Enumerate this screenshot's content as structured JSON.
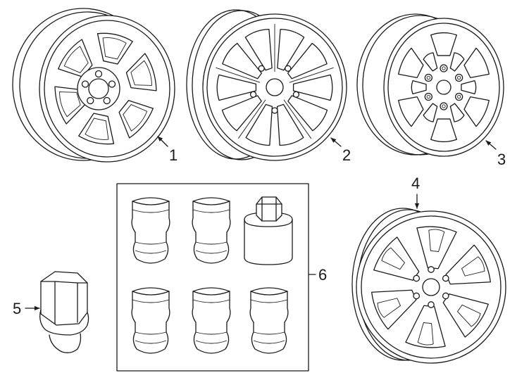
{
  "callouts": {
    "c1": "1",
    "c2": "2",
    "c3": "3",
    "c4": "4",
    "c5": "5",
    "c6": "6"
  },
  "colors": {
    "stroke": "#1a1a1a",
    "background": "#ffffff"
  }
}
